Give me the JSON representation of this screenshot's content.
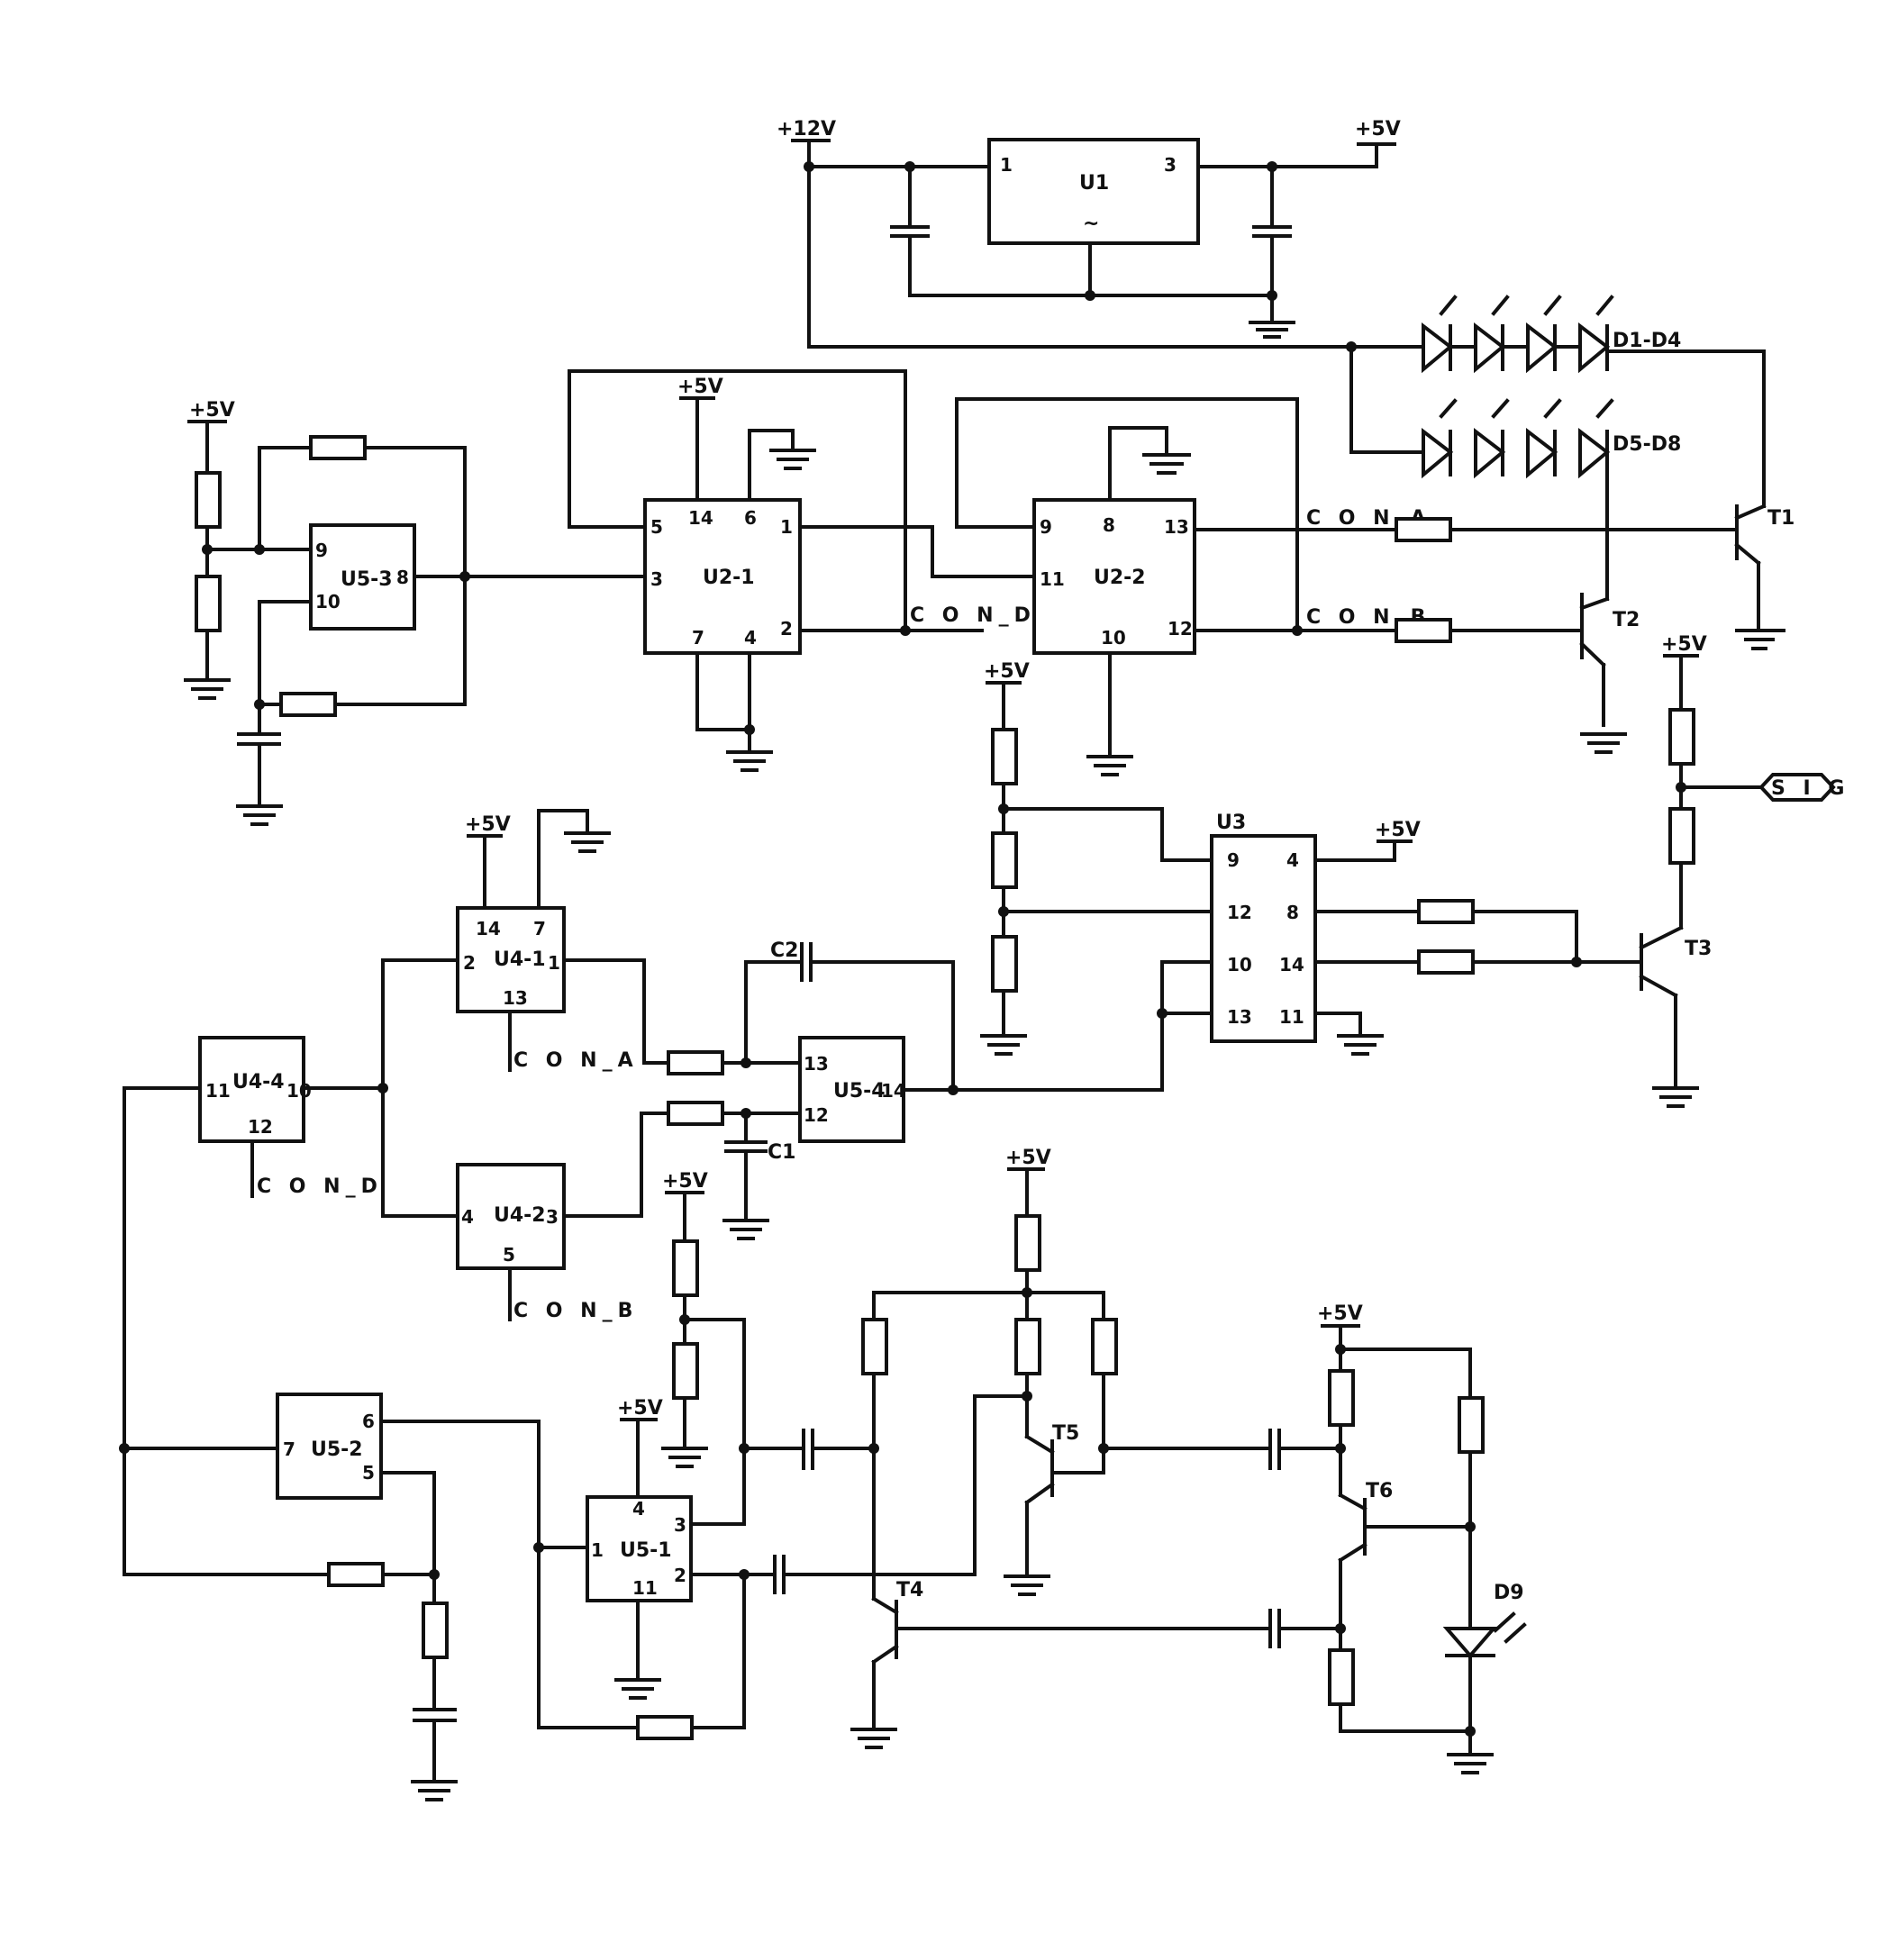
{
  "diagram": {
    "power": {
      "p12": "+12V",
      "p5": "+5V"
    },
    "components": {
      "U1": {
        "name": "U1",
        "pins": [
          "1",
          "3"
        ],
        "symbol": "~"
      },
      "U5_3": {
        "name": "U5-3",
        "pins": [
          "9",
          "10",
          "8"
        ]
      },
      "U2_1": {
        "name": "U2-1",
        "pins": [
          "5",
          "3",
          "14",
          "6",
          "1",
          "2",
          "7",
          "4"
        ]
      },
      "U2_2": {
        "name": "U2-2",
        "pins": [
          "9",
          "11",
          "8",
          "13",
          "12",
          "10"
        ]
      },
      "U3": {
        "name": "U3",
        "pins": [
          "9",
          "4",
          "12",
          "8",
          "10",
          "14",
          "13",
          "11"
        ]
      },
      "U4_1": {
        "name": "U4-1",
        "pins": [
          "14",
          "7",
          "2",
          "1",
          "13"
        ]
      },
      "U4_2": {
        "name": "U4-2",
        "pins": [
          "4",
          "3",
          "5"
        ]
      },
      "U4_4": {
        "name": "U4-4",
        "pins": [
          "11",
          "10",
          "12"
        ]
      },
      "U5_4": {
        "name": "U5-4",
        "pins": [
          "13",
          "12",
          "14"
        ]
      },
      "U5_2": {
        "name": "U5-2",
        "pins": [
          "7",
          "6",
          "5"
        ]
      },
      "U5_1": {
        "name": "U5-1",
        "pins": [
          "4",
          "1",
          "3",
          "2",
          "11"
        ]
      }
    },
    "transistors": [
      "T1",
      "T2",
      "T3",
      "T4",
      "T5",
      "T6"
    ],
    "capacitors": [
      "C2",
      "C1"
    ],
    "leds": {
      "row1": "D1-D4",
      "row2": "D5-D8",
      "single": "D9"
    },
    "nets": {
      "cona": "C O N_A",
      "conb": "C O N_B",
      "cond": "C O N_D"
    },
    "signal": "S I G"
  }
}
